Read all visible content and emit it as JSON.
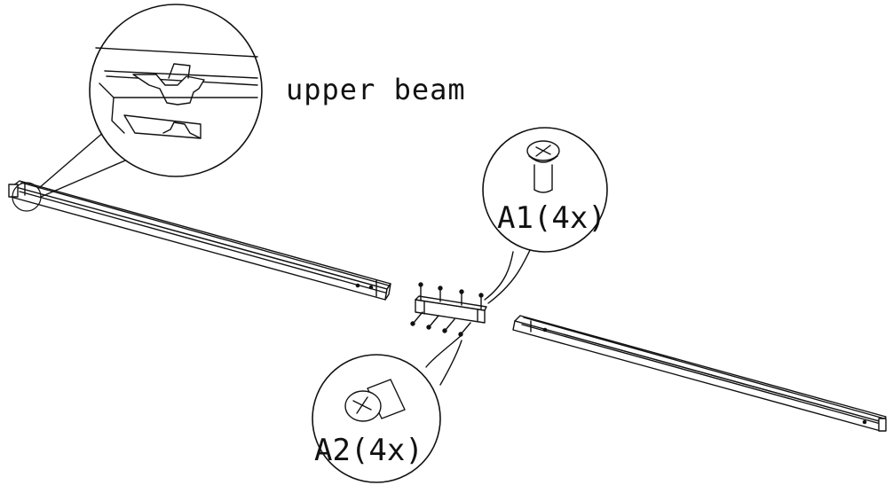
{
  "labels": {
    "upper_beam": "upper beam",
    "screw_a1": "A1(4x)",
    "screw_a2": "A2(4x)"
  },
  "colors": {
    "ink": "#111111",
    "paper": "#ffffff"
  }
}
